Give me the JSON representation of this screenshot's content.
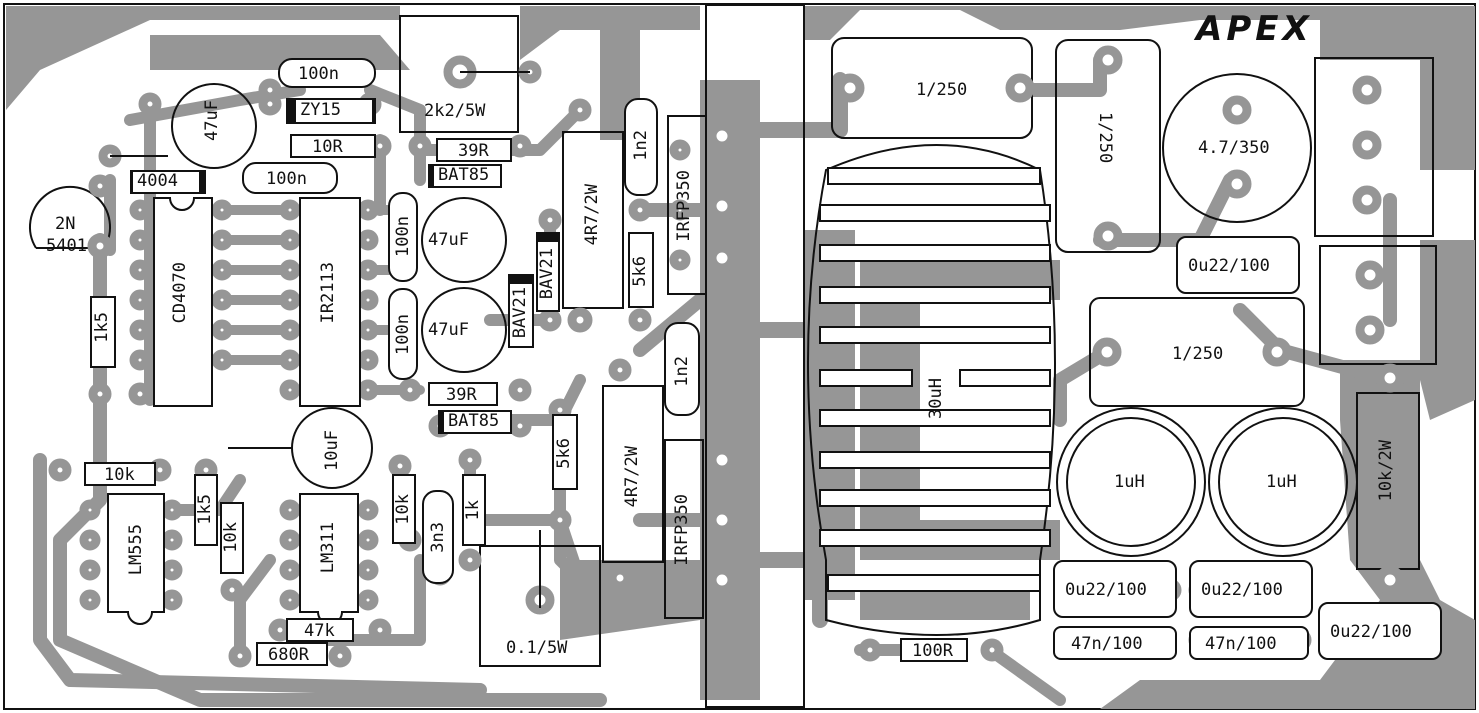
{
  "brand": "APEX",
  "components": {
    "r_100n_top": "100n",
    "zy15": "ZY15",
    "r_10r": "10R",
    "c_47uf_left": "47uF",
    "c_100n_mid": "100n",
    "d_4004": "4004",
    "t_2n5401_a": "2N",
    "t_2n5401_b": "5401",
    "r_1k5_left": "1k5",
    "ic_cd4070": "CD4070",
    "ic_ir2113": "IR2113",
    "c_100n_v1": "100n",
    "c_100n_v2": "100n",
    "c_47uf_a": "47uF",
    "c_47uf_b": "47uF",
    "r_2k2": "2k2/5W",
    "r_39r_top": "39R",
    "bat85_top": "BAT85",
    "r_39r_bot": "39R",
    "bat85_bot": "BAT85",
    "bav21_a": "BAV21",
    "bav21_b": "BAV21",
    "r_4r7_top": "4R7/2W",
    "r_4r7_bot": "4R7/2W",
    "c_1n2_top": "1n2",
    "c_1n2_bot": "1n2",
    "r_5k6_a": "5k6",
    "r_5k6_b": "5k6",
    "irfp350_a": "IRFP350",
    "irfp350_b": "IRFP350",
    "c_10uf": "10uF",
    "r_10k_a": "10k",
    "ic_lm555": "LM555",
    "r_1k5_b": "1k5",
    "r_10k_b": "10k",
    "ic_lm311": "LM311",
    "r_10k_c": "10k",
    "c_3n3": "3n3",
    "r_1k": "1k",
    "r_47k": "47k",
    "r_680r": "680R",
    "r_01_5w": "0.1/5W",
    "l_30uh": "30uH",
    "c_1_250_a": "1/250",
    "c_1_250_b": "1/250",
    "c_1_250_c": "1/250",
    "c_4_7_350": "4.7/350",
    "c_0u22_a": "0u22/100",
    "c_0u22_b": "0u22/100",
    "c_0u22_c": "0u22/100",
    "c_0u22_d": "0u22/100",
    "c_47n_a": "47n/100",
    "c_47n_b": "47n/100",
    "l_1uh_a": "1uH",
    "l_1uh_b": "1uH",
    "r_10k_2w": "10k/2W",
    "r_100r": "100R"
  }
}
